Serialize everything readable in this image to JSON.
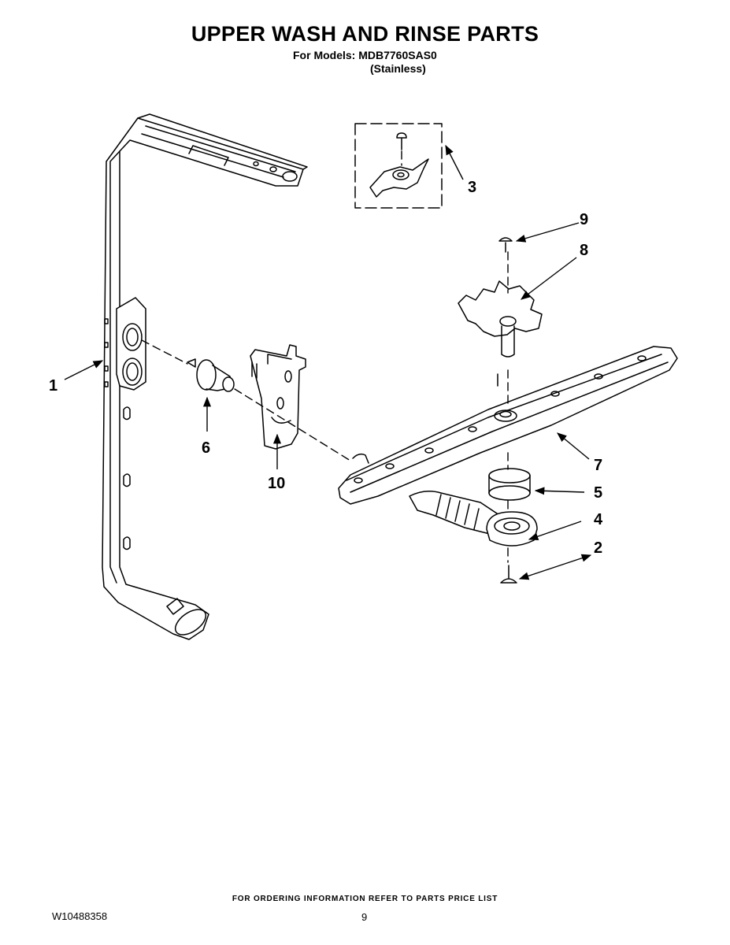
{
  "header": {
    "title": "UPPER WASH AND RINSE PARTS",
    "models_line": "For Models: MDB7760SAS0",
    "finish_line": "(Stainless)"
  },
  "diagram": {
    "callouts": [
      "1",
      "2",
      "3",
      "4",
      "5",
      "6",
      "7",
      "8",
      "9",
      "10"
    ]
  },
  "footer": {
    "ordering_note": "FOR ORDERING INFORMATION REFER TO PARTS PRICE LIST",
    "doc_number": "W10488358",
    "page_number": "9"
  }
}
